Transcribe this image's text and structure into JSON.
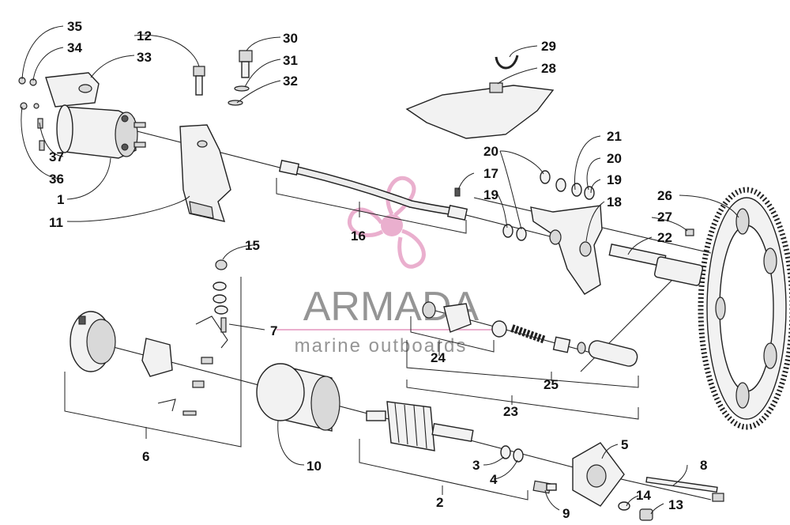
{
  "watermark": {
    "brand": "ARMADA",
    "tagline": "marine outboards",
    "colors": {
      "logo": "#e8a7c9",
      "text": "#8a8a8a"
    }
  },
  "callouts": {
    "c1": "1",
    "c2": "2",
    "c3": "3",
    "c4": "4",
    "c5": "5",
    "c6": "6",
    "c7": "7",
    "c8": "8",
    "c9": "9",
    "c10": "10",
    "c11": "11",
    "c12": "12",
    "c13": "13",
    "c14": "14",
    "c15": "15",
    "c16": "16",
    "c17": "17",
    "c18": "18",
    "c19a": "19",
    "c19b": "19",
    "c20a": "20",
    "c20b": "20",
    "c21": "21",
    "c22": "22",
    "c23": "23",
    "c24": "24",
    "c25": "25",
    "c26": "26",
    "c27": "27",
    "c28": "28",
    "c29": "29",
    "c30": "30",
    "c31": "31",
    "c32": "32",
    "c33": "33",
    "c34": "34",
    "c35": "35",
    "c36": "36",
    "c37": "37"
  }
}
